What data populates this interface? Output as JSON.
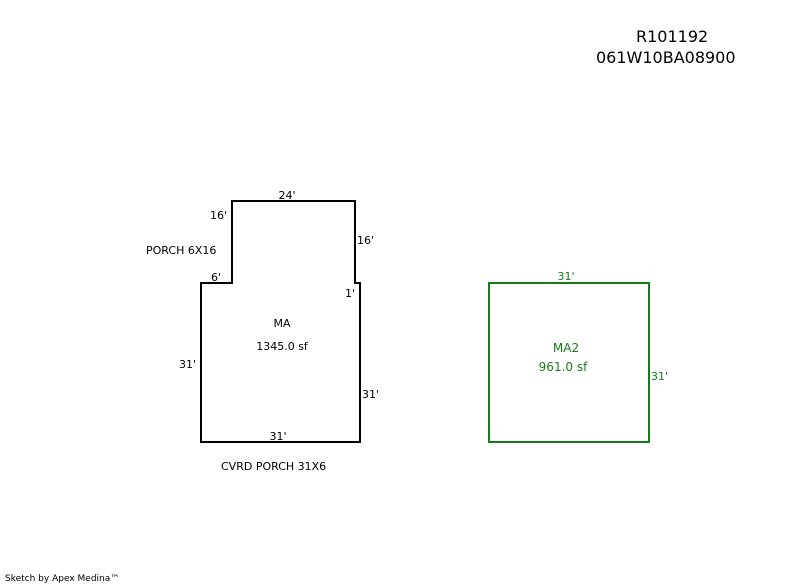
{
  "header": {
    "account_id": "R101192",
    "map_taxlot": "061W10BA08900"
  },
  "footer": {
    "credit": "Sketch by Apex Medina™"
  },
  "colors": {
    "main_area": "#000000",
    "secondary_area": "#1a7a1a"
  },
  "areas": [
    {
      "name": "MA",
      "area": "1345.0 sf",
      "dimensions": [
        "24'",
        "16'",
        "16'",
        "6'",
        "1'",
        "31'",
        "31'",
        "31'"
      ],
      "annotations": [
        "PORCH 6X16",
        "CVRD PORCH 31X6"
      ]
    },
    {
      "name": "MA2",
      "area": "961.0 sf",
      "dimensions": [
        "31'",
        "31'"
      ]
    }
  ]
}
